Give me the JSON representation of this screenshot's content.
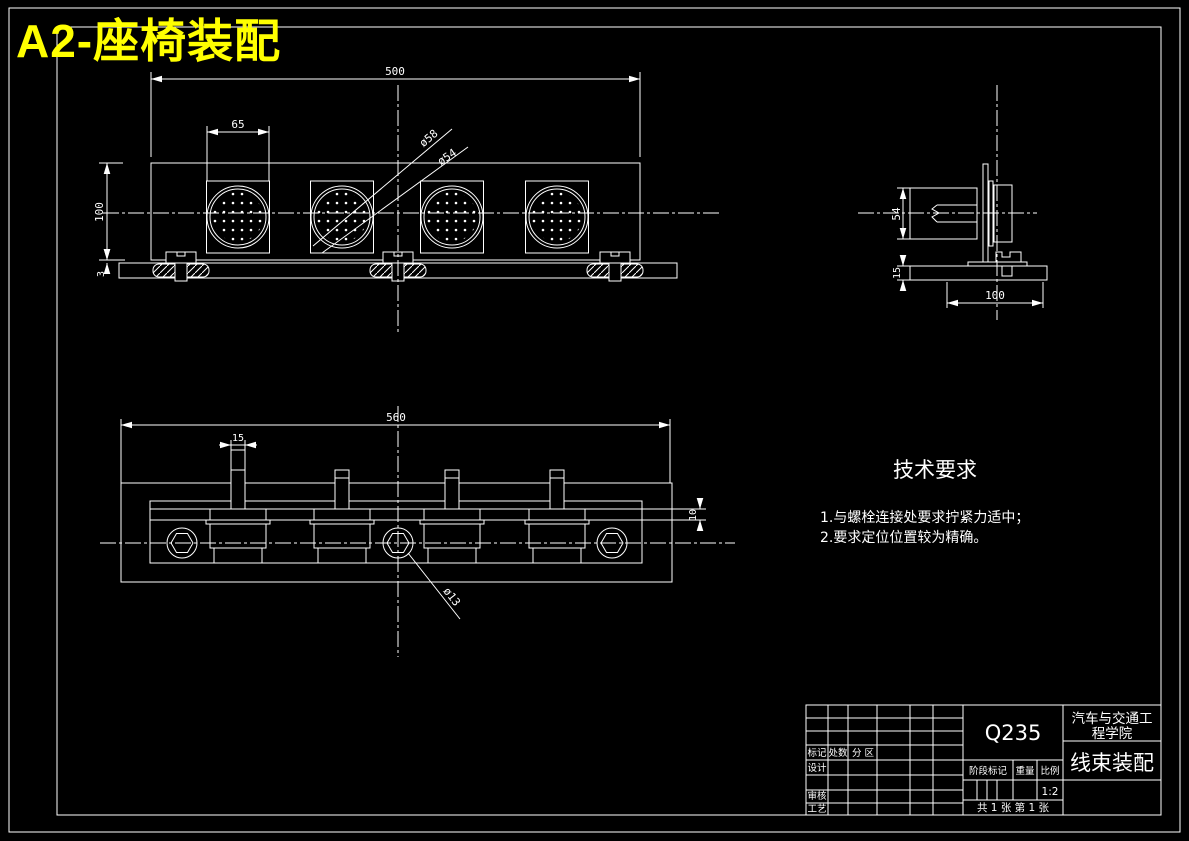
{
  "window": {
    "title": "A2-座椅装配"
  },
  "colors": {
    "background": "#000000",
    "line": "#ffffff",
    "title_text": "#ffff00"
  },
  "views": {
    "front": {
      "dim_width": "500",
      "dim_square": "65",
      "dim_height": "100",
      "dim_gap": "3",
      "label_outer_dia": "ø58",
      "label_inner_dia": "ø54"
    },
    "side": {
      "dim_body": "54",
      "dim_plate": "15",
      "dim_base": "100"
    },
    "bottom": {
      "dim_width": "560",
      "dim_stud": "15",
      "dim_flange": "10",
      "label_hole": "ø13"
    }
  },
  "tech_requirements": {
    "heading": "技术要求",
    "item1": "1.与螺栓连接处要求拧紧力适中；",
    "item2": "2.要求定位位置较为精确。"
  },
  "title_block": {
    "material": "Q235",
    "org_line1": "汽车与交通工",
    "org_line2": "程学院",
    "drawing_name": "线束装配",
    "scale_value": "1:2",
    "sheet_info": "共 1 张  第 1 张",
    "labels": {
      "mark": "标记",
      "count": "处数",
      "zone": "分 区",
      "design": "设计",
      "check": "审核",
      "process": "工艺",
      "stage_mark": "阶段标记",
      "weight": "重量",
      "scale": "比例"
    }
  }
}
